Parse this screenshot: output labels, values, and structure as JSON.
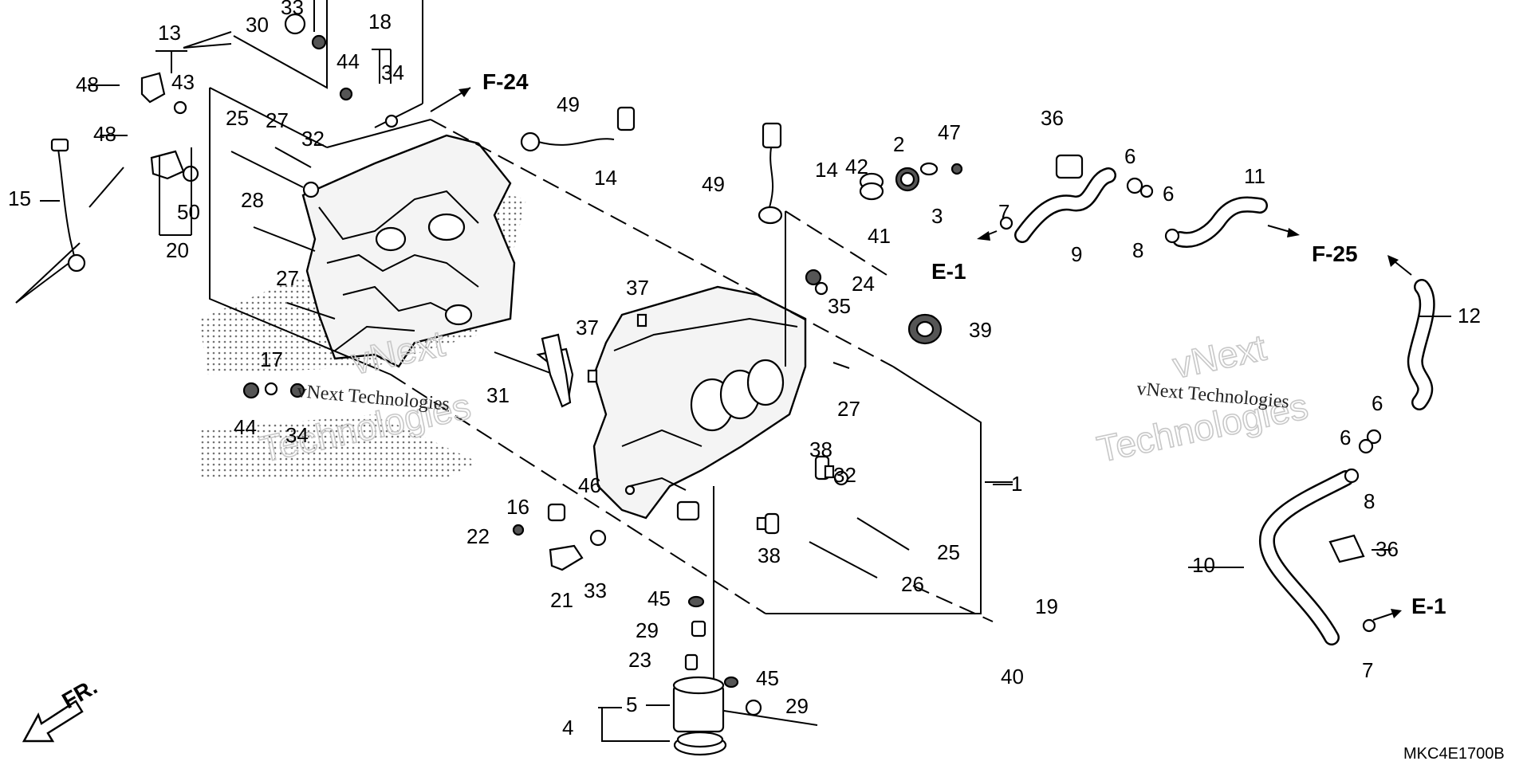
{
  "callouts": [
    "1",
    "2",
    "3",
    "4",
    "5",
    "6",
    "6",
    "6",
    "6",
    "7",
    "7",
    "8",
    "8",
    "9",
    "10",
    "11",
    "12",
    "13",
    "14",
    "14",
    "15",
    "16",
    "17",
    "18",
    "19",
    "20",
    "21",
    "22",
    "23",
    "24",
    "25",
    "25",
    "26",
    "27",
    "27",
    "27",
    "28",
    "29",
    "29",
    "30",
    "31",
    "32",
    "32",
    "33",
    "33",
    "34",
    "34",
    "35",
    "36",
    "36",
    "37",
    "37",
    "38",
    "38",
    "39",
    "40",
    "41",
    "42",
    "43",
    "44",
    "44",
    "45",
    "45",
    "46",
    "47",
    "48",
    "48",
    "49",
    "49",
    "50"
  ],
  "references": {
    "f24": "F-24",
    "f25": "F-25",
    "e1_top": "E-1",
    "e1_bottom": "E-1"
  },
  "direction_label": "FR.",
  "diagram_code": "MKC4E1700B",
  "watermark": {
    "small_text": "vNext Technologies",
    "large_line1": "vNext",
    "large_line2": "Technologies"
  }
}
